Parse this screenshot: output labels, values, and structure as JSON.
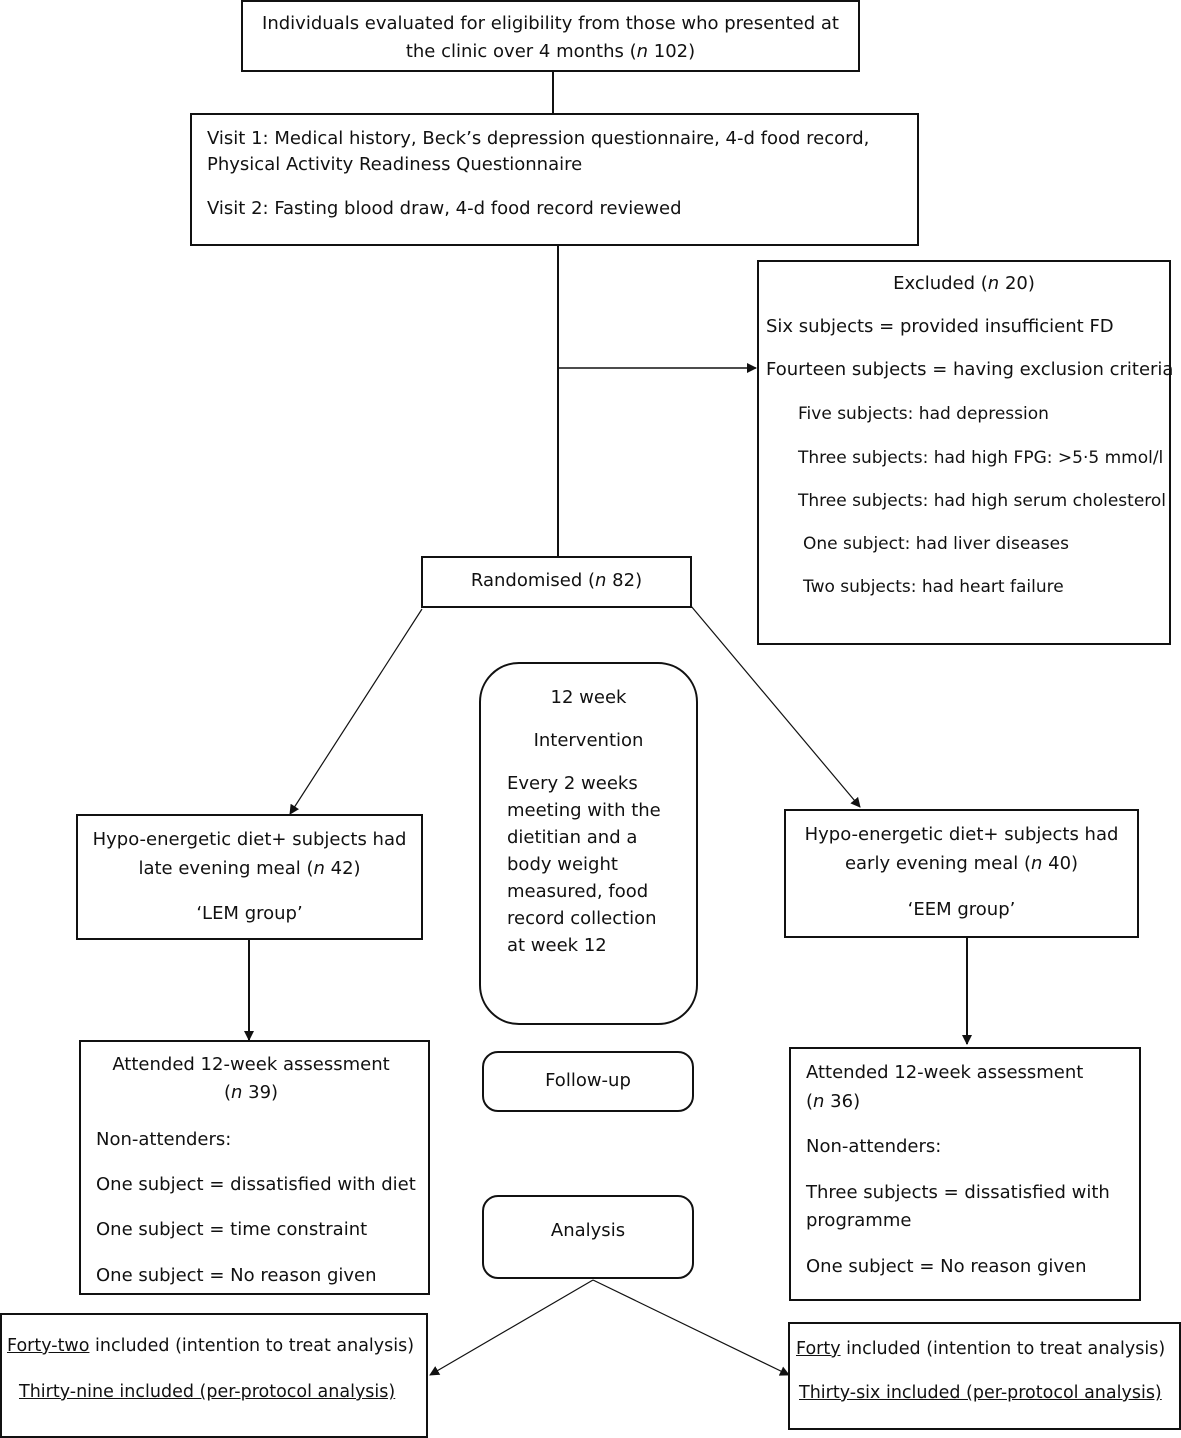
{
  "screening": {
    "line1": "Individuals evaluated for eligibility from those who presented at",
    "line2_pre": "the clinic over 4 months (",
    "n_symbol": "n",
    "line2_post": " 102)"
  },
  "visits": {
    "visit1_line1": "Visit 1: Medical history, Beck’s depression questionnaire, 4-d food record,",
    "visit1_line2": "Physical Activity Readiness Questionnaire",
    "visit2": "Visit 2: Fasting blood draw, 4-d food record reviewed"
  },
  "excluded": {
    "title_pre": "Excluded (",
    "n_symbol": "n",
    "title_post": " 20)",
    "reason1": "Six subjects = provided insufficient FD",
    "reason2": "Fourteen subjects = having exclusion criteria",
    "criteria": [
      "Five subjects: had depression",
      "Three subjects: had high FPG: >5·5 mmol/l",
      "Three subjects: had high serum cholesterol",
      "One subject: had liver diseases",
      "Two subjects: had heart failure"
    ]
  },
  "randomised": {
    "pre": "Randomised (",
    "n_symbol": "n",
    "post": " 82)"
  },
  "intervention": {
    "line1": "12 week",
    "line2": "Intervention",
    "body": [
      "Every 2 weeks",
      "meeting with the",
      "dietitian and a",
      "body weight",
      "measured, food",
      "record collection",
      "at week 12"
    ]
  },
  "lem": {
    "line1": "Hypo-energetic diet+ subjects had",
    "line2_pre": "late evening meal (",
    "n_symbol": "n",
    "line2_post": " 42)",
    "group": "‘LEM group’"
  },
  "eem": {
    "line1": "Hypo-energetic diet+ subjects had",
    "line2_pre": "early evening meal (",
    "n_symbol": "n",
    "line2_post": " 40)",
    "group": "‘EEM group’"
  },
  "followup": {
    "label": "Follow-up"
  },
  "analysis": {
    "label": "Analysis"
  },
  "lem_followup": {
    "line1": "Attended 12-week assessment",
    "line2_pre": "(",
    "n_symbol": "n",
    "line2_post": " 39)",
    "nonattenders": "Non-attenders:",
    "reason1": "One subject = dissatisfied with diet",
    "reason2": "One subject = time constraint",
    "reason3": "One subject = No reason given"
  },
  "eem_followup": {
    "line1": "Attended 12-week assessment",
    "line2_pre": "(",
    "n_symbol": "n",
    "line2_post": " 36)",
    "nonattenders": "Non-attenders:",
    "reason1_line1": "Three subjects = dissatisfied with",
    "reason1_line2": "programme",
    "reason2": "One subject = No reason given"
  },
  "lem_analysis": {
    "itt_count": "Forty-two",
    "itt_rest": " included (intention to treat analysis)",
    "pp": "Thirty-nine included (per-protocol analysis)"
  },
  "eem_analysis": {
    "itt_count": "Forty",
    "itt_rest": " included (intention to treat analysis)",
    "pp": "Thirty-six included (per-protocol analysis)"
  }
}
